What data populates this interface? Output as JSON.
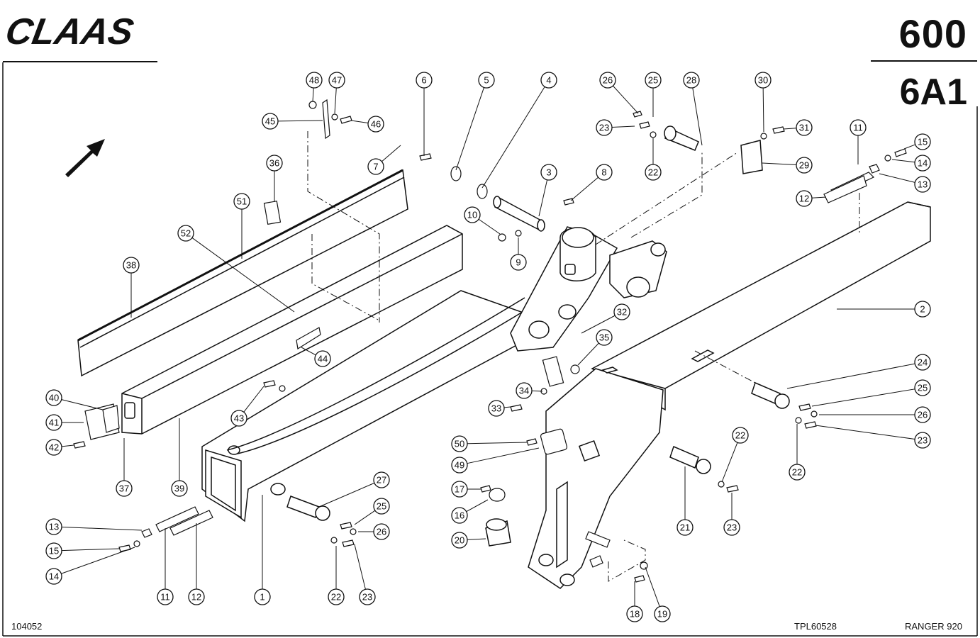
{
  "header": {
    "brand": "CLAAS",
    "group_code": "600",
    "section_code": "6A1"
  },
  "footer": {
    "drawing_id": "104052",
    "plate_ref": "TPL60528",
    "model": "RANGER 920"
  },
  "callouts": [
    "48",
    "47",
    "45",
    "46",
    "6",
    "5",
    "4",
    "7",
    "3",
    "8",
    "10",
    "9",
    "26",
    "25",
    "23",
    "22",
    "28",
    "30",
    "31",
    "29",
    "11",
    "15",
    "14",
    "13",
    "12",
    "36",
    "51",
    "52",
    "38",
    "2",
    "32",
    "35",
    "24",
    "25",
    "26",
    "23",
    "22",
    "34",
    "33",
    "44",
    "43",
    "40",
    "41",
    "42",
    "37",
    "39",
    "27",
    "25",
    "26",
    "22",
    "23",
    "13",
    "15",
    "14",
    "11",
    "12",
    "1",
    "50",
    "49",
    "17",
    "16",
    "20",
    "21",
    "22",
    "23",
    "18",
    "19"
  ]
}
